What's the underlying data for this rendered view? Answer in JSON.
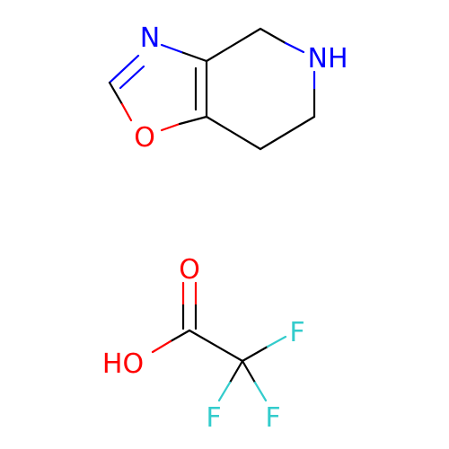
{
  "molecule1": {
    "atoms": {
      "n_ring": "N",
      "nh": "NH",
      "o_ring": "O"
    }
  },
  "molecule2": {
    "atoms": {
      "o_carbonyl": "O",
      "oh": "HO",
      "f1": "F",
      "f2": "F",
      "f3": "F"
    }
  },
  "colors": {
    "bond": "#000000",
    "nitrogen": "#0000ff",
    "oxygen": "#ff0000",
    "fluorine": "#33cccc"
  }
}
